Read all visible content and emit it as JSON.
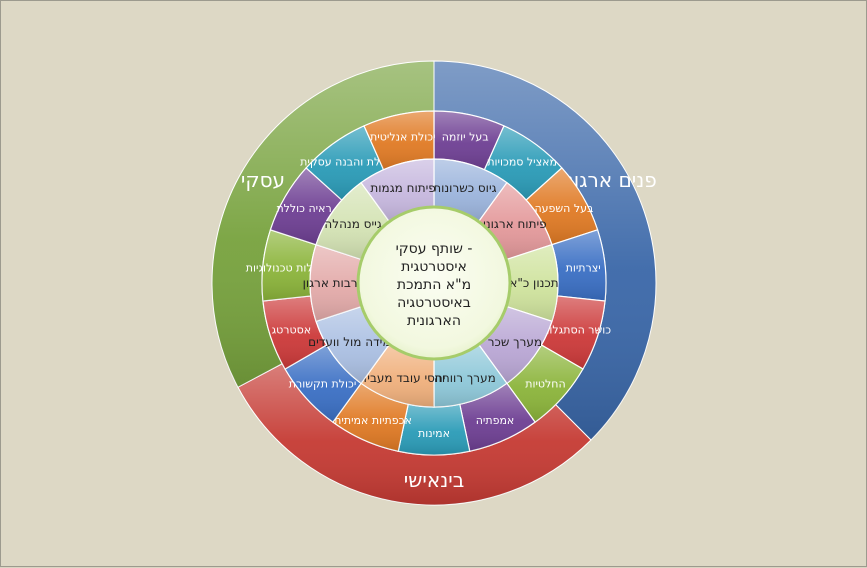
{
  "outer_ring": [
    {
      "label": "פנים ארגוני",
      "color": "#3a67a8"
    },
    {
      "label": "בינאישי",
      "color": "#c53a33"
    },
    {
      "label": "עסקי",
      "color": "#77a23d"
    }
  ],
  "middle_ring": [
    {
      "label": "בעל יוזמה",
      "color": "#6e3f93"
    },
    {
      "label": "מאציל סמכויות",
      "color": "#2a9bb7"
    },
    {
      "label": "בעל השפעה",
      "color": "#e07a24"
    },
    {
      "label": "יצרתיות",
      "color": "#3a6fc4"
    },
    {
      "label": "כושר הסתגלות",
      "color": "#cc3939"
    },
    {
      "label": "החלטיות",
      "color": "#8bb43a"
    },
    {
      "label": "אמפתיה",
      "color": "#6e3f93"
    },
    {
      "label": "אמינות",
      "color": "#2a9bb7"
    },
    {
      "label": "אכפתיות אמיתית",
      "color": "#e07a24"
    },
    {
      "label": "יכולת תקשורת",
      "color": "#3a6fc4"
    },
    {
      "label": "אסטרטג",
      "color": "#cc3939"
    },
    {
      "label": "יכולות טכנולוגיות",
      "color": "#8bb43a"
    },
    {
      "label": "ראיה כוללת",
      "color": "#6e3f93"
    },
    {
      "label": "יכולת והבנה עסקית",
      "color": "#2a9bb7"
    },
    {
      "label": "יכולת אנליטית",
      "color": "#e07a24"
    }
  ],
  "inner_ring": [
    {
      "label": "גיוס כשרונות",
      "color": "#9bb4dc"
    },
    {
      "label": "פיתוח ארגוני",
      "color": "#e4999b"
    },
    {
      "label": "תכנון כ\"א",
      "color": "#cfe39d"
    },
    {
      "label": "מערך שכר",
      "color": "#b9a6d4"
    },
    {
      "label": "מערך רווחה",
      "color": "#8ec8d9"
    },
    {
      "label": "יחסי עובד מעביד",
      "color": "#f0b07c"
    },
    {
      "label": "עמידה מול וועדים",
      "color": "#aabfe2"
    },
    {
      "label": "תרבות ארגון",
      "color": "#e3aaa9"
    },
    {
      "label": "גייס מנהלה",
      "color": "#d4e3b4"
    },
    {
      "label": "פיתוח מגמות",
      "color": "#c6b7de"
    }
  ],
  "center": {
    "lines": [
      "שותף עסקי -",
      "איסטרטגית",
      "מ\"א התמכת",
      "באיסטרטגיה",
      "הארגונית"
    ]
  }
}
